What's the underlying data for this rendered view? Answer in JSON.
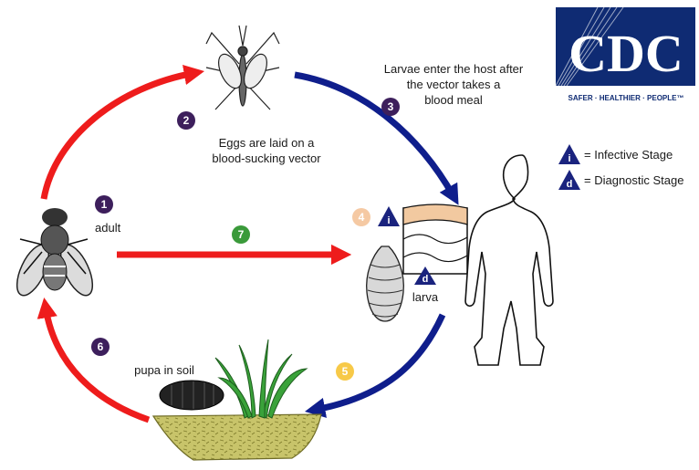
{
  "logo": {
    "text": "CDC",
    "tagline": "SAFER · HEALTHIER · PEOPLE™"
  },
  "labels": {
    "adult": "adult",
    "eggs_line1": "Eggs are laid on a",
    "eggs_line2": "blood-sucking vector",
    "larvae_line1": "Larvae enter the host after",
    "larvae_line2": "the vector takes a",
    "larvae_line3": "blood meal",
    "larva": "larva",
    "pupa": "pupa in soil"
  },
  "legend": {
    "infective_letter": "i",
    "infective_label": "= Infective Stage",
    "diagnostic_letter": "d",
    "diagnostic_label": "= Diagnostic Stage"
  },
  "steps": [
    {
      "n": "1",
      "color": "#3d1f5c"
    },
    {
      "n": "2",
      "color": "#3d1f5c"
    },
    {
      "n": "3",
      "color": "#3d1f5c"
    },
    {
      "n": "4",
      "color": "#f5c9a3"
    },
    {
      "n": "5",
      "color": "#f7c948"
    },
    {
      "n": "6",
      "color": "#3d1f5c"
    },
    {
      "n": "7",
      "color": "#3a9a3a"
    }
  ],
  "colors": {
    "red_arrow": "#ee1c1c",
    "blue_arrow": "#0f1e8c",
    "triangle": "#1a237e",
    "soil": "#c8c46a"
  },
  "icons": [
    "fly-icon",
    "mosquito-icon",
    "skin-layers-icon",
    "larva-icon",
    "pupa-icon",
    "grass-icon",
    "human-silhouette-icon",
    "soil-mound-icon"
  ]
}
